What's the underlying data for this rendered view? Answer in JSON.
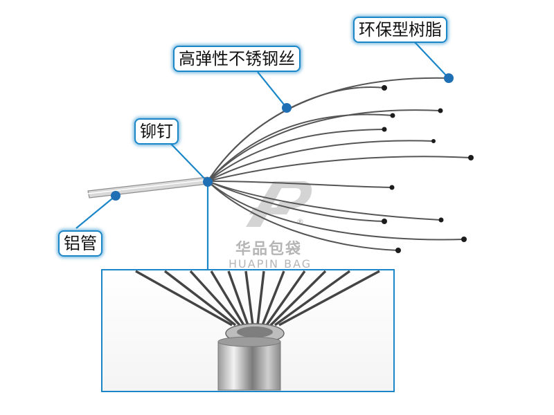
{
  "labels": {
    "resin": "环保型树脂",
    "steel_wire": "高弹性不锈钢丝",
    "rivet": "铆钉",
    "aluminum_tube": "铝管"
  },
  "watermark": {
    "brand_cn": "华品包袋",
    "brand_en": "HUAPIN BAG",
    "registered": "®"
  },
  "colors": {
    "accent": "#1a86c8",
    "callout_dot": "#1f6fb5",
    "wire": "#555555"
  }
}
